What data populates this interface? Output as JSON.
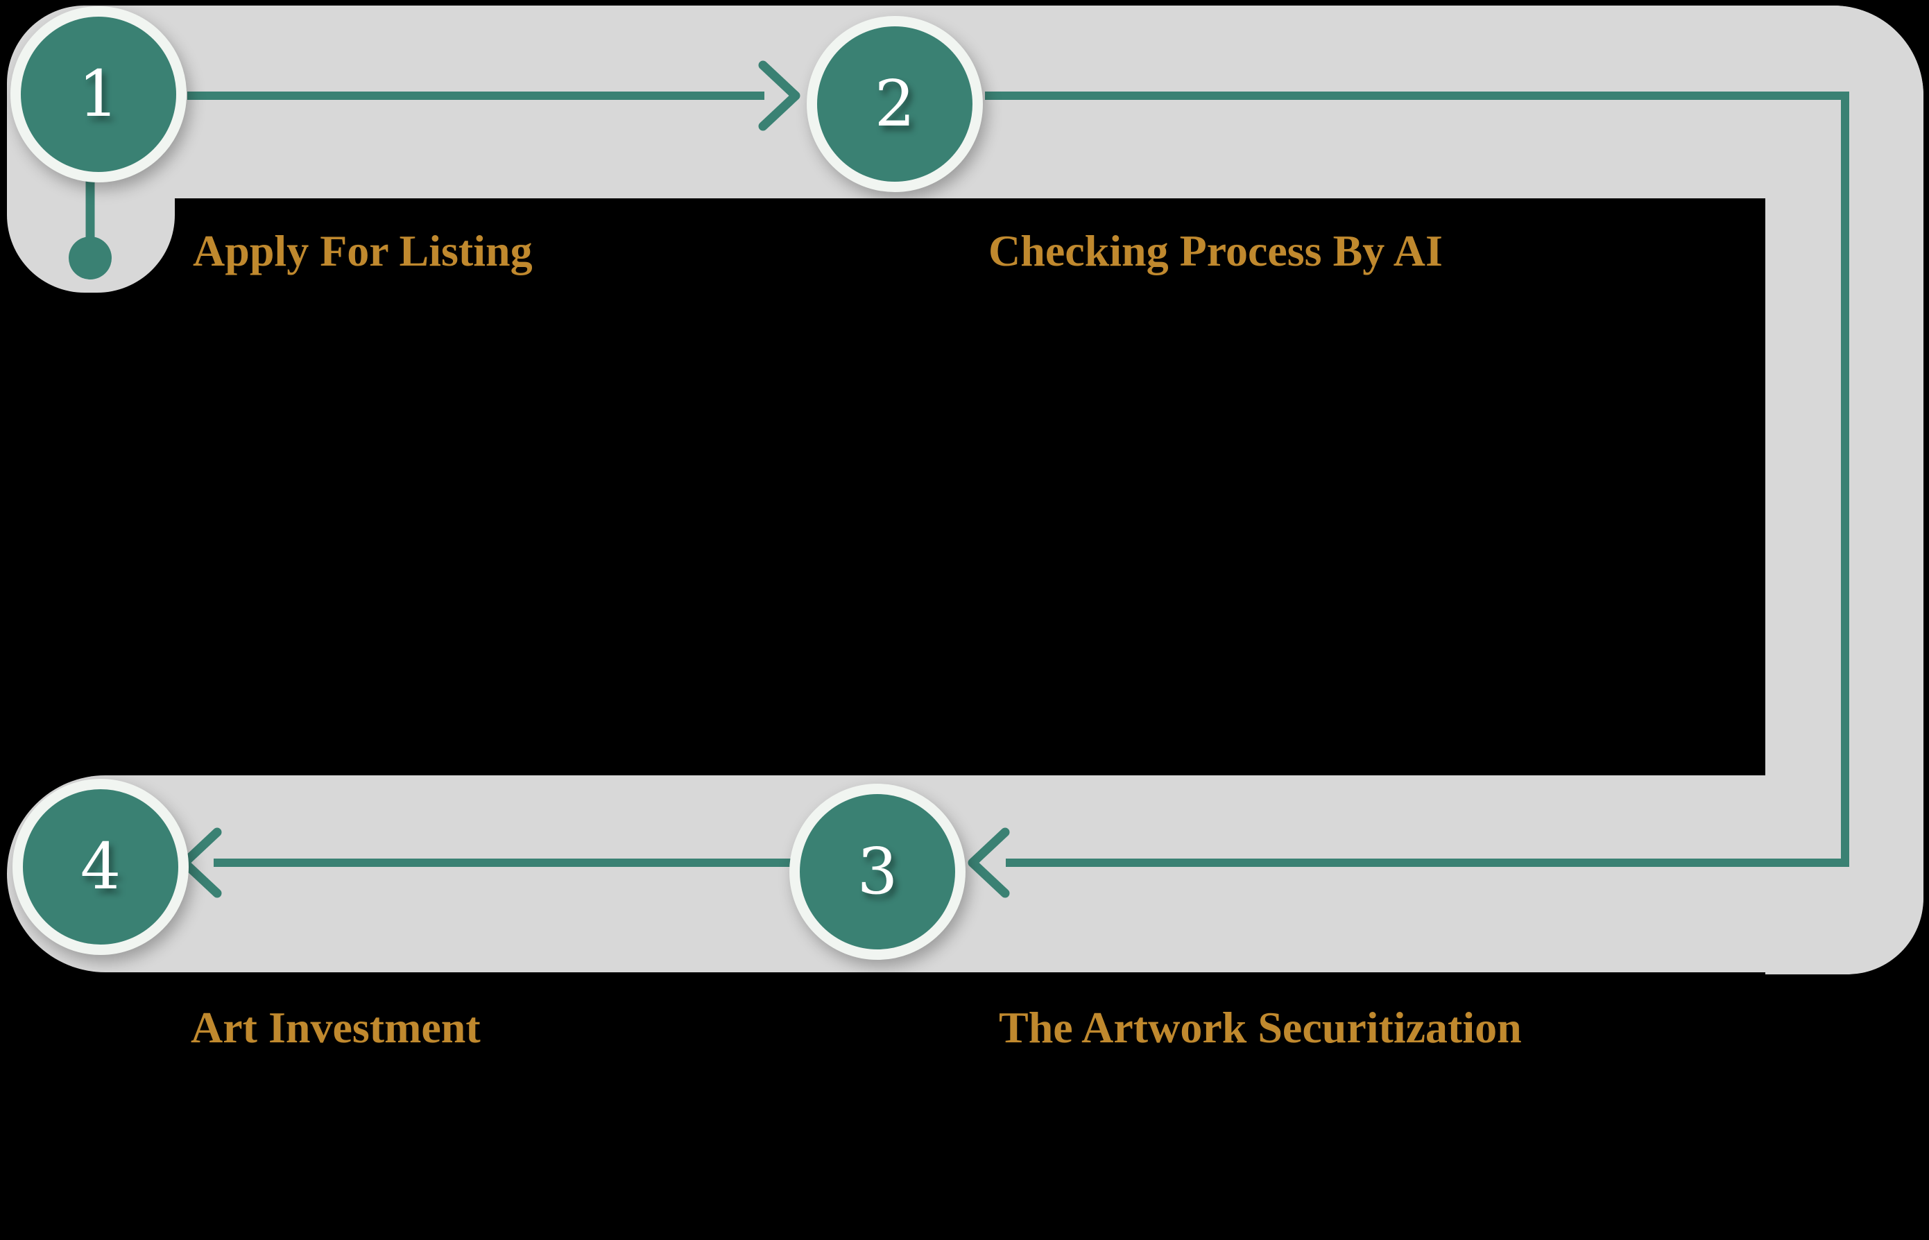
{
  "colors": {
    "background": "#000000",
    "track": "#D8D8D8",
    "accent": "#3A8173",
    "ring": "#F1F5F1",
    "label": "#C0892E",
    "number": "#FFFFFF"
  },
  "steps": [
    {
      "number": "1",
      "label": "Apply For Listing"
    },
    {
      "number": "2",
      "label": "Checking Process By AI"
    },
    {
      "number": "3",
      "label": "The Artwork Securitization"
    },
    {
      "number": "4",
      "label": "Art Investment"
    }
  ],
  "icons": {
    "arrow_1_to_2": "arrow-right",
    "arrow_into_3": "arrow-left",
    "arrow_into_4": "arrow-left",
    "step1_marker": "dot"
  }
}
